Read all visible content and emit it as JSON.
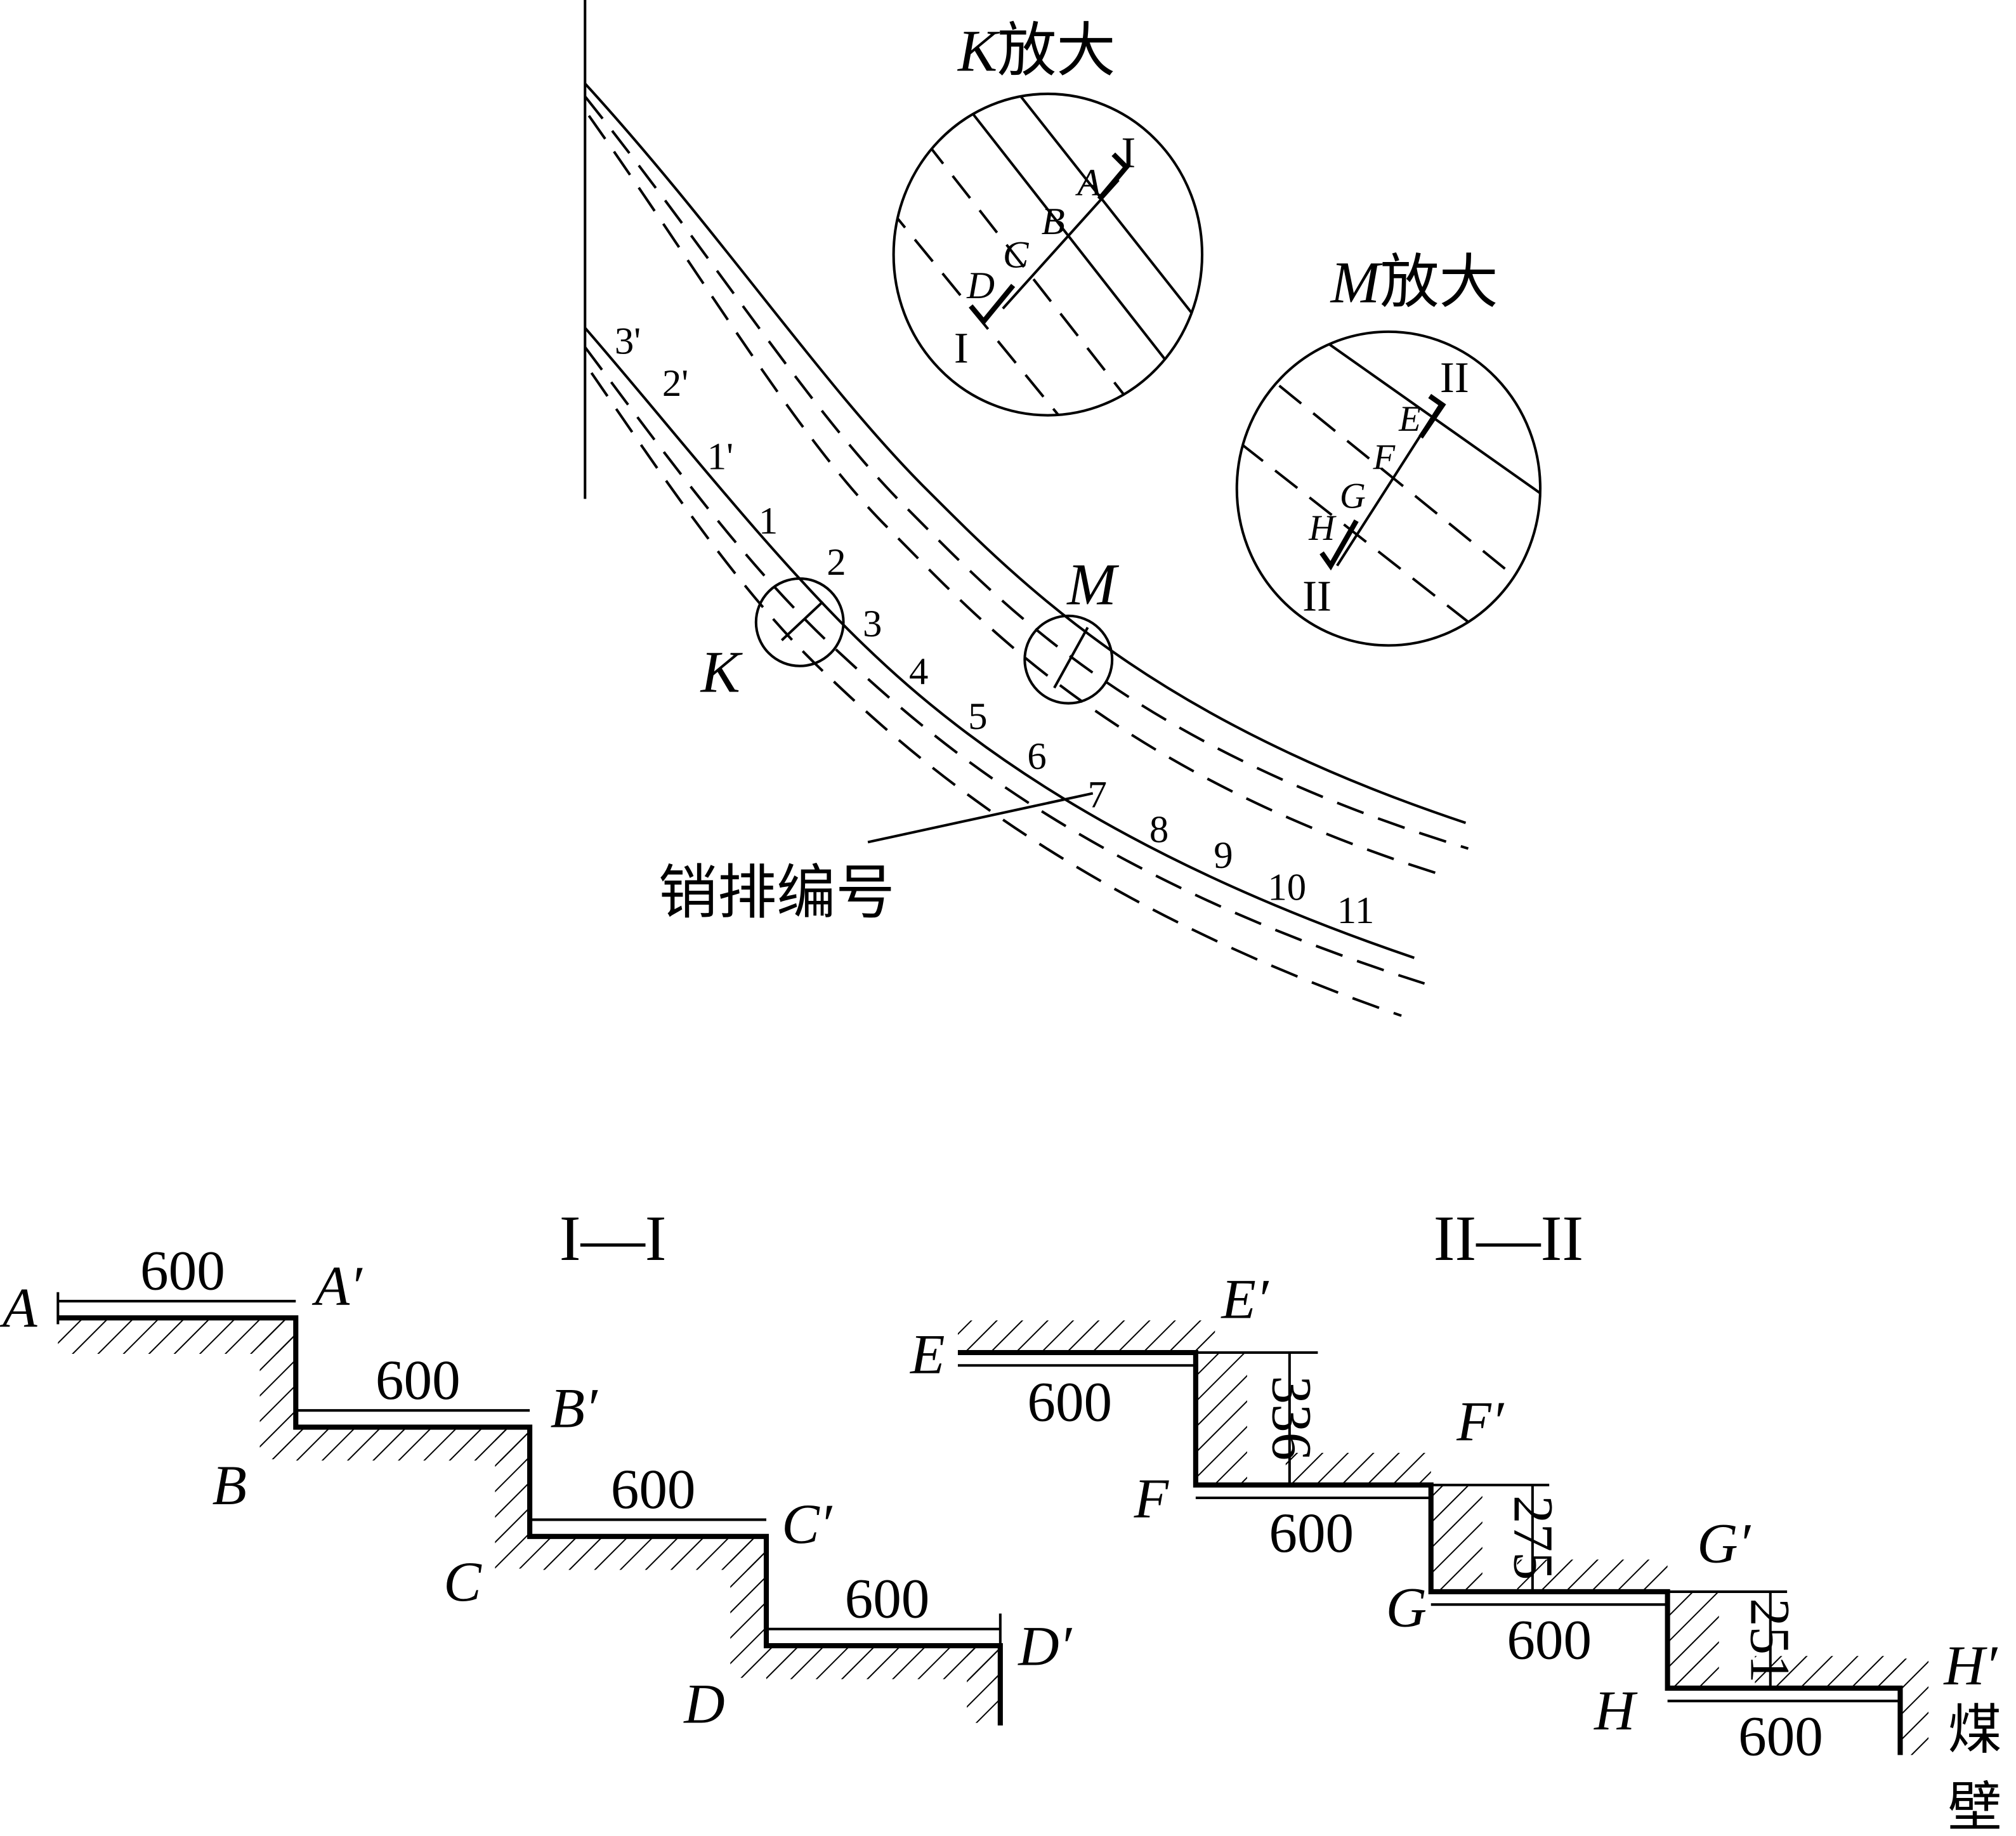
{
  "main_view": {
    "row_numbers": [
      "3'",
      "2'",
      "1'",
      "1",
      "2",
      "3",
      "4",
      "5",
      "6",
      "7",
      "8",
      "9",
      "10",
      "11"
    ],
    "leader_label": "销排编号",
    "circle_k_label": "K",
    "circle_m_label": "M",
    "k_detail": {
      "title_letter": "K",
      "title_text": "放大",
      "section": "I",
      "points": [
        "A",
        "B",
        "C",
        "D"
      ]
    },
    "m_detail": {
      "title_letter": "M",
      "title_text": "放大",
      "section": "II",
      "points": [
        "E",
        "F",
        "G",
        "H"
      ]
    }
  },
  "section_1": {
    "title": "I—I",
    "points": [
      "A",
      "A′",
      "B",
      "B′",
      "C",
      "C′",
      "D",
      "D′"
    ],
    "widths": [
      "600",
      "600",
      "600",
      "600"
    ]
  },
  "section_2": {
    "title": "II—II",
    "points": [
      "E",
      "E′",
      "F",
      "F′",
      "G",
      "G′",
      "H",
      "H′"
    ],
    "widths": [
      "600",
      "600",
      "600",
      "600"
    ],
    "heights": [
      "336",
      "275",
      "251"
    ],
    "wall_label_1": "煤",
    "wall_label_2": "壁"
  }
}
